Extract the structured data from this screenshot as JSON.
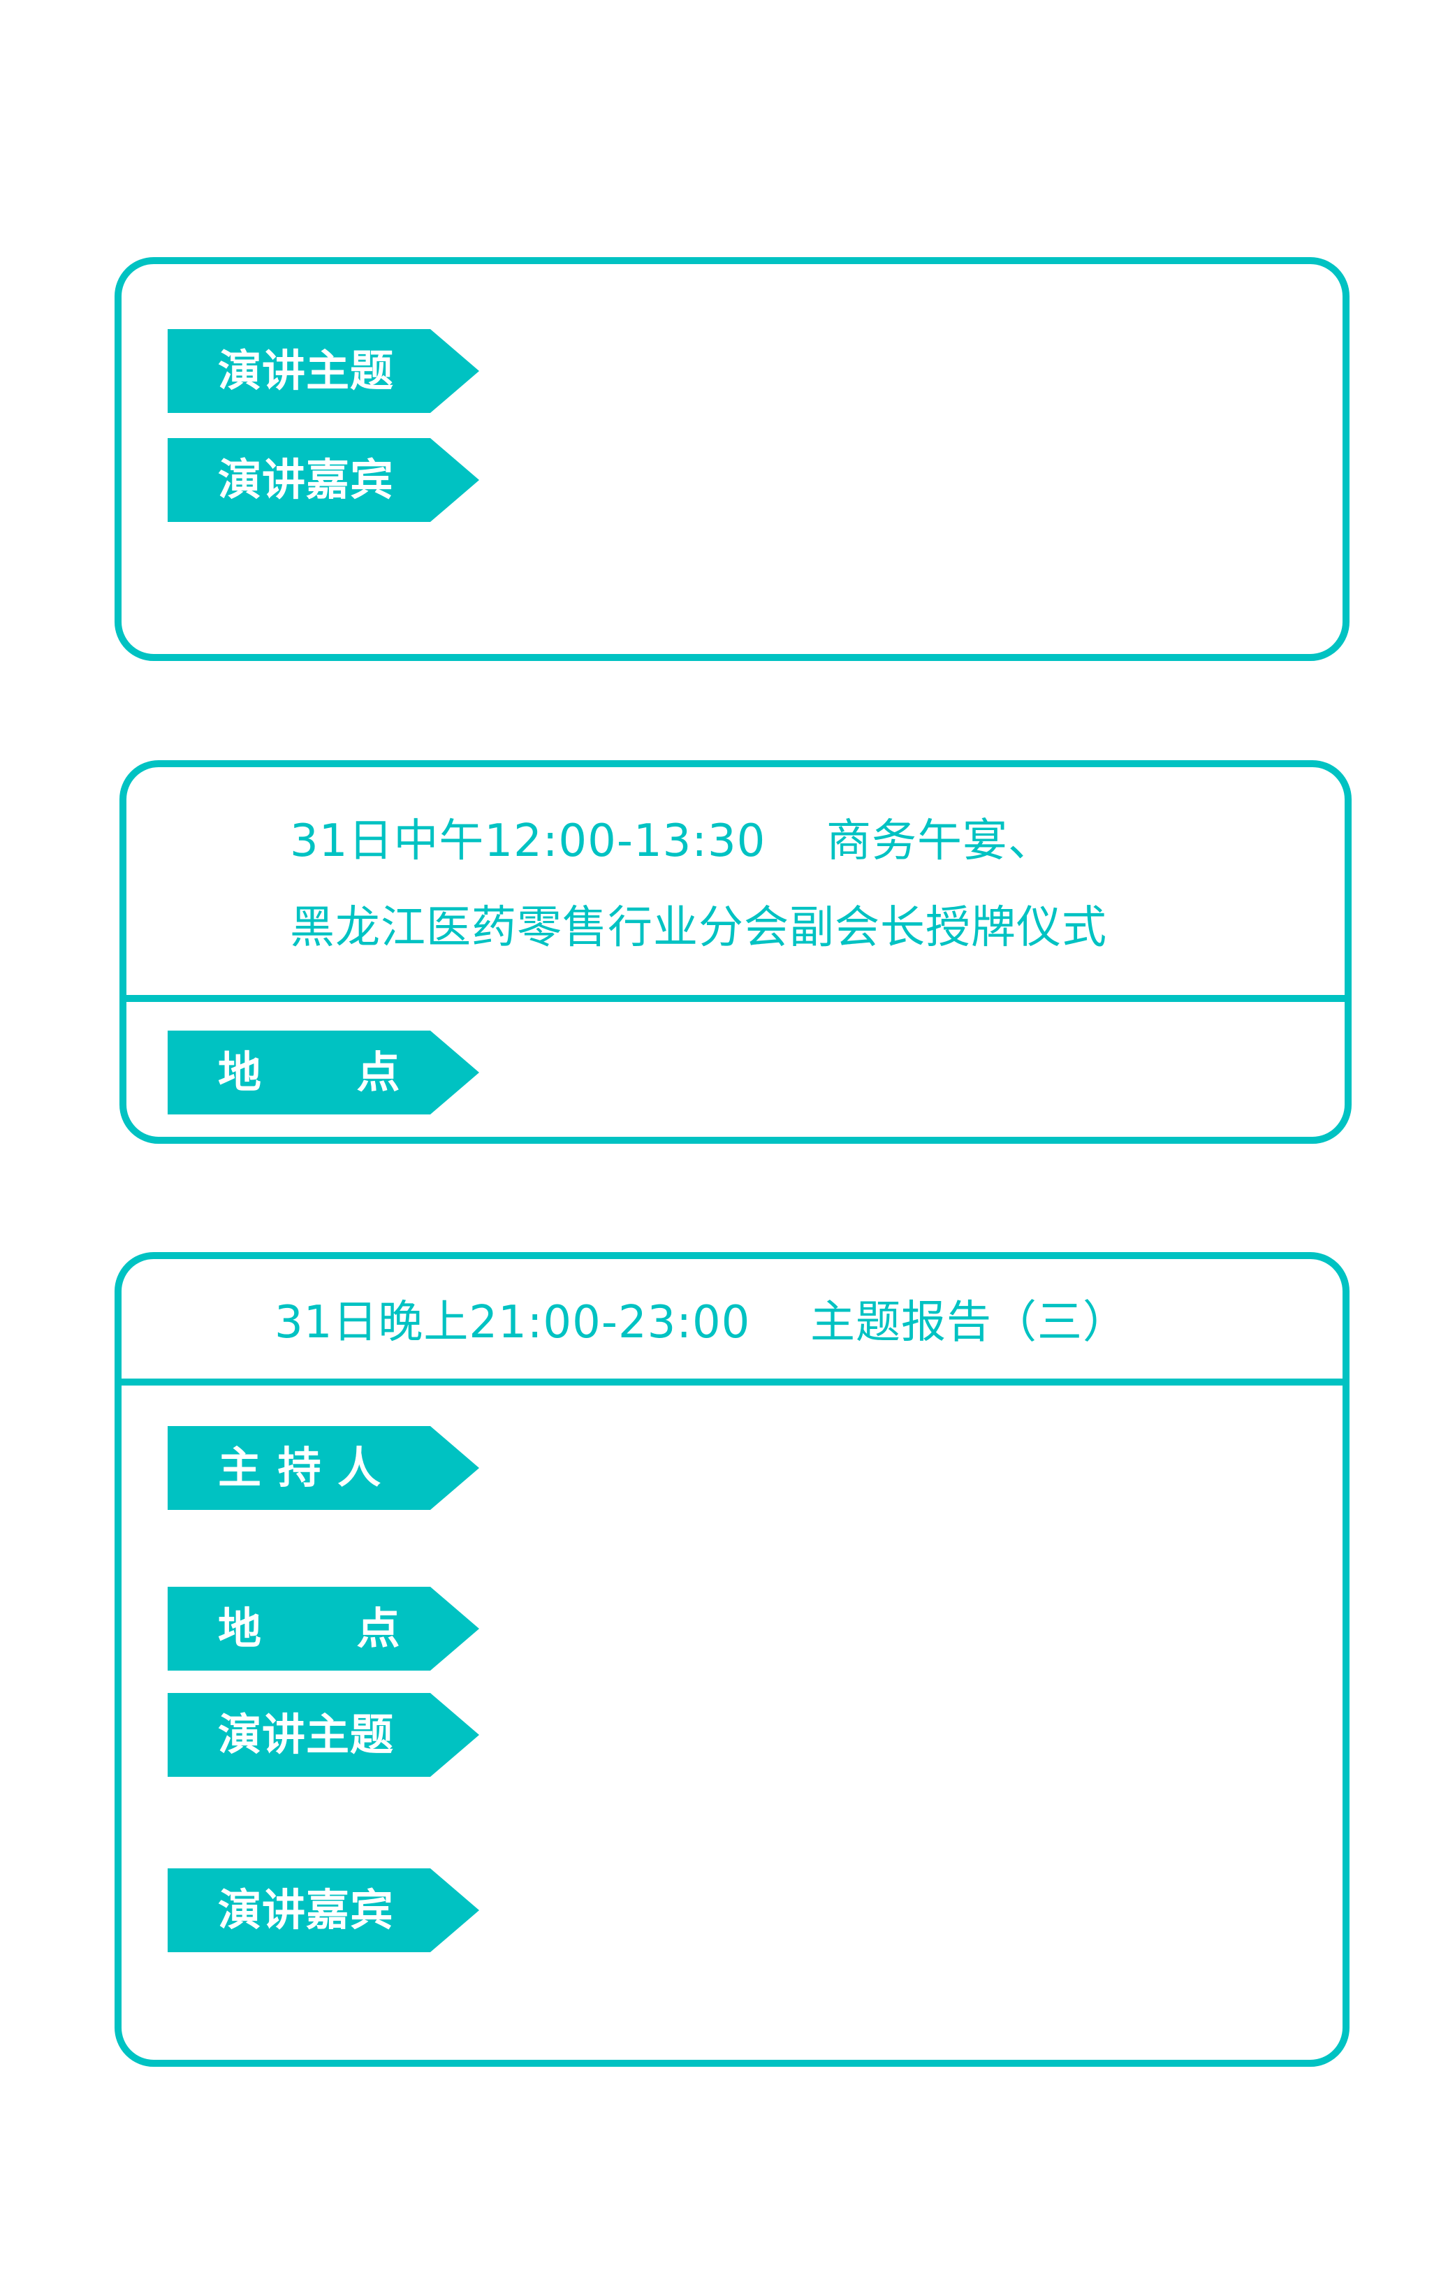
{
  "colors": {
    "accent": "#00C2C2",
    "label_text": "#FFFFFF",
    "background": "#FFFFFF"
  },
  "sections": [
    {
      "labels": [
        {
          "text": "演讲主题"
        },
        {
          "text": "演讲嘉宾"
        }
      ]
    },
    {
      "time": "31日中午12:00-13:30",
      "title_line1": "商务午宴、",
      "title_line2": "黑龙江医药零售行业分会副会长授牌仪式",
      "labels": [
        {
          "text": "地      点"
        }
      ]
    },
    {
      "time": "31日晚上21:00-23:00",
      "title": "主题报告（三）",
      "labels": [
        {
          "text": "主 持 人"
        },
        {
          "text": "地      点"
        },
        {
          "text": "演讲主题"
        },
        {
          "text": "演讲嘉宾"
        }
      ]
    }
  ]
}
